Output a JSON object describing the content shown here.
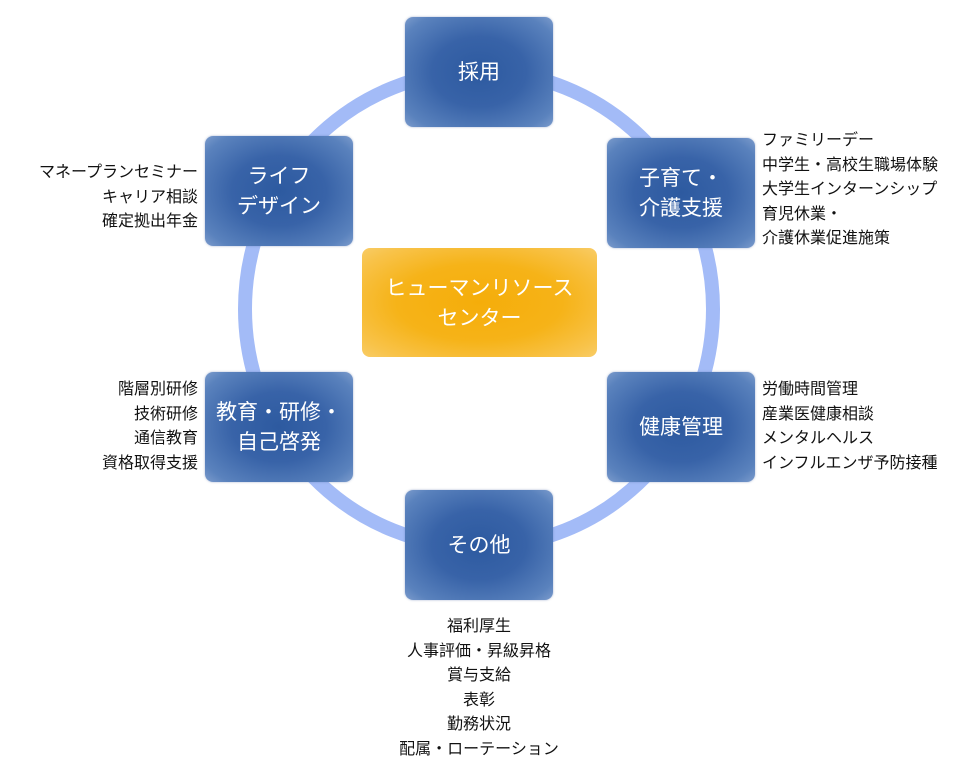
{
  "diagram": {
    "center": {
      "label": "ヒューマンリソース\nセンター",
      "color": "#f5ad0a"
    },
    "ring_color": "#a3bbf7",
    "node_color": "#2d5aa0",
    "nodes": [
      {
        "id": "recruitment",
        "label": "採用",
        "items": []
      },
      {
        "id": "childcare",
        "label": "子育て・\n介護支援",
        "items": [
          "ファミリーデー",
          "中学生・高校生職場体験",
          "大学生インターンシップ",
          "育児休業・",
          "介護休業促進施策"
        ]
      },
      {
        "id": "health",
        "label": "健康管理",
        "items": [
          "労働時間管理",
          "産業医健康相談",
          "メンタルヘルス",
          "インフルエンザ予防接種"
        ]
      },
      {
        "id": "other",
        "label": "その他",
        "items": [
          "福利厚生",
          "人事評価・昇級昇格",
          "賞与支給",
          "表彰",
          "勤務状況",
          "配属・ローテーション"
        ]
      },
      {
        "id": "education",
        "label": "教育・研修・\n自己啓発",
        "items": [
          "階層別研修",
          "技術研修",
          "通信教育",
          "資格取得支援"
        ]
      },
      {
        "id": "lifedesign",
        "label": "ライフ\nデザイン",
        "items": [
          "マネープランセミナー",
          "キャリア相談",
          "確定拠出年金"
        ]
      }
    ]
  }
}
